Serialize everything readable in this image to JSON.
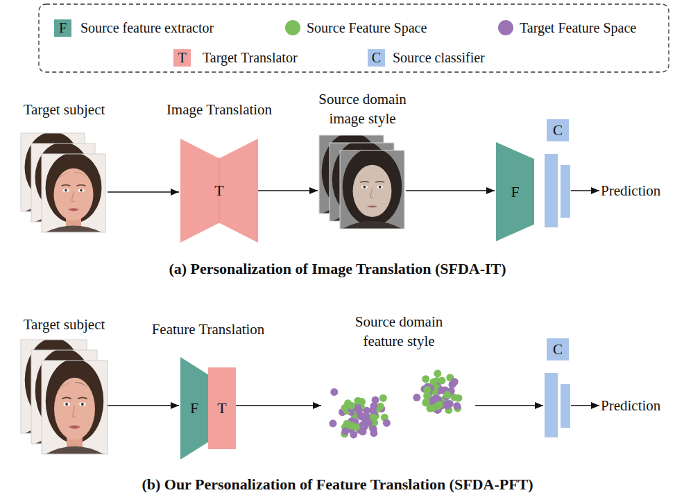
{
  "diagram": {
    "nodes": [
      {
        "text": [
          "Target subject"
        ]
      },
      {
        "text": [
          "Image Translation",
          "T"
        ]
      },
      {
        "text": [
          "Source domain image style"
        ]
      },
      {
        "text": [
          "F"
        ]
      },
      {
        "text": [
          "C"
        ]
      },
      {
        "text": [
          "Prediction"
        ]
      },
      {
        "text": [
          "Target subject"
        ]
      },
      {
        "text": [
          "Feature Translation"
        ]
      },
      {
        "text": [
          "F"
        ],
        "in": 7
      },
      {
        "text": [
          "T"
        ],
        "in": 7
      },
      {
        "text": [
          "Source domain feature style"
        ]
      },
      {
        "text": [
          "C"
        ]
      },
      {
        "text": [
          "Prediction"
        ]
      }
    ],
    "edges": [
      {
        "from": 0,
        "to": 1,
        "arrow": "to"
      },
      {
        "from": 1,
        "to": 2,
        "arrow": "to"
      },
      {
        "from": 2,
        "to": 3,
        "arrow": "to"
      },
      {
        "from": 4,
        "to": 5,
        "arrow": "to"
      },
      {
        "from": 6,
        "to": 7,
        "arrow": "to"
      },
      {
        "from": 7,
        "to": 10,
        "arrow": "to"
      },
      {
        "from": 10,
        "to": 11,
        "arrow": "to"
      },
      {
        "from": 11,
        "to": 12,
        "arrow": "to"
      }
    ],
    "labels": [
      "F",
      "T",
      "C",
      "(a) Personalization of Image Translation (SFDA-IT)",
      "(b) Our Personalization of Feature Translation (SFDA-PFT)"
    ],
    "legend": [
      {
        "text": "Source feature extractor",
        "color": "#5fa597"
      },
      {
        "text": "Source Feature Space",
        "color": "#7cbf5a"
      },
      {
        "text": "Target Feature Space",
        "color": "#9b74b5"
      },
      {
        "text": "Target Translator",
        "color": "#f2a19d"
      },
      {
        "text": "Source classifier",
        "color": "#a9c4ea"
      }
    ]
  }
}
